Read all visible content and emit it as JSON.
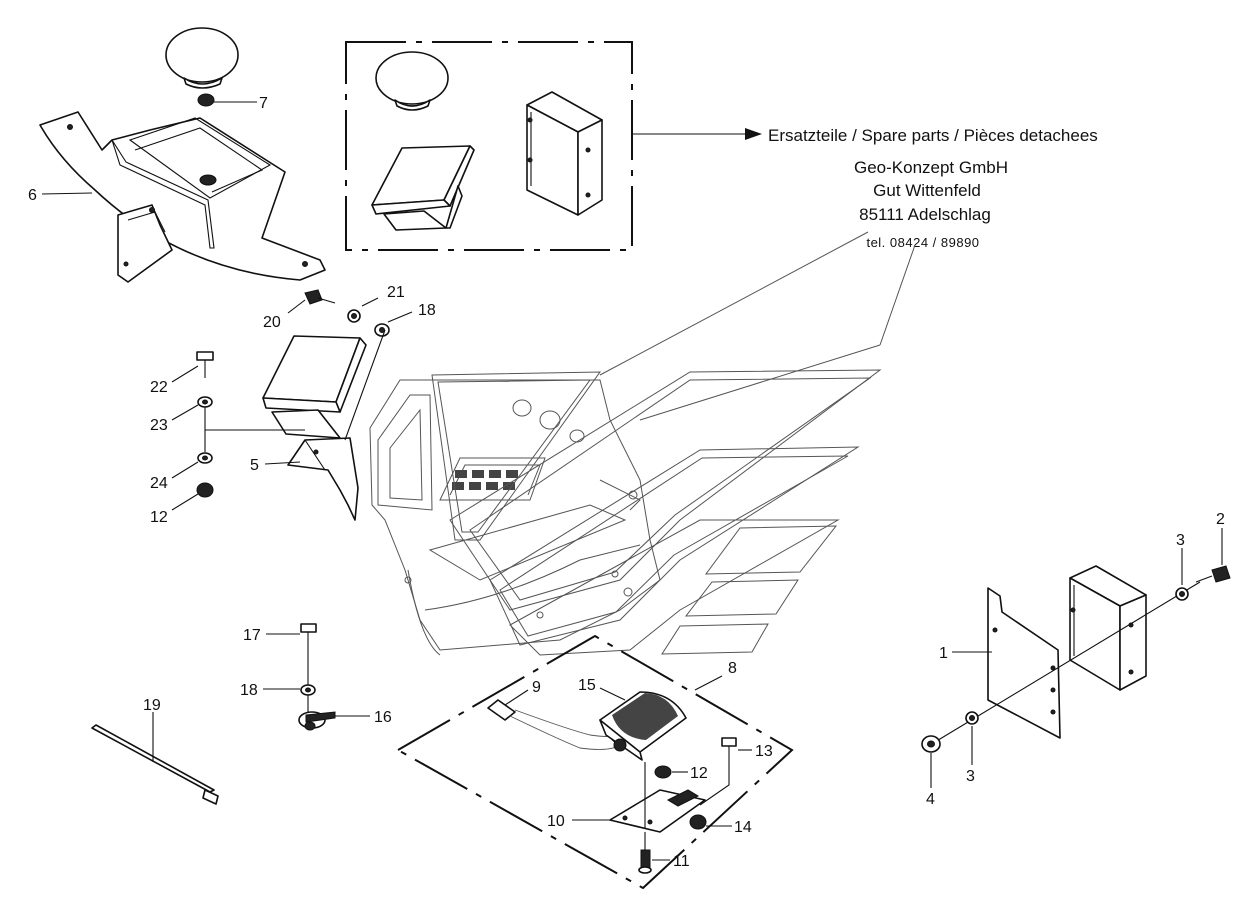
{
  "spare_parts": {
    "label": "Ersatzteile / Spare parts / Pièces detachees",
    "company": "Geo-Konzept GmbH",
    "street": "Gut Wittenfeld",
    "city": "85111 Adelschlag",
    "phone": "tel. 08424 / 89890"
  },
  "callouts": {
    "n1": "1",
    "n2": "2",
    "n3a": "3",
    "n3b": "3",
    "n4": "4",
    "n5": "5",
    "n6": "6",
    "n7": "7",
    "n8": "8",
    "n9": "9",
    "n10": "10",
    "n11": "11",
    "n12a": "12",
    "n12b": "12",
    "n13": "13",
    "n14": "14",
    "n15": "15",
    "n16": "16",
    "n17": "17",
    "n18a": "18",
    "n18b": "18",
    "n19": "19",
    "n20": "20",
    "n21": "21",
    "n22": "22",
    "n23": "23",
    "n24": "24"
  },
  "colors": {
    "line": "#111111",
    "background": "#ffffff"
  }
}
